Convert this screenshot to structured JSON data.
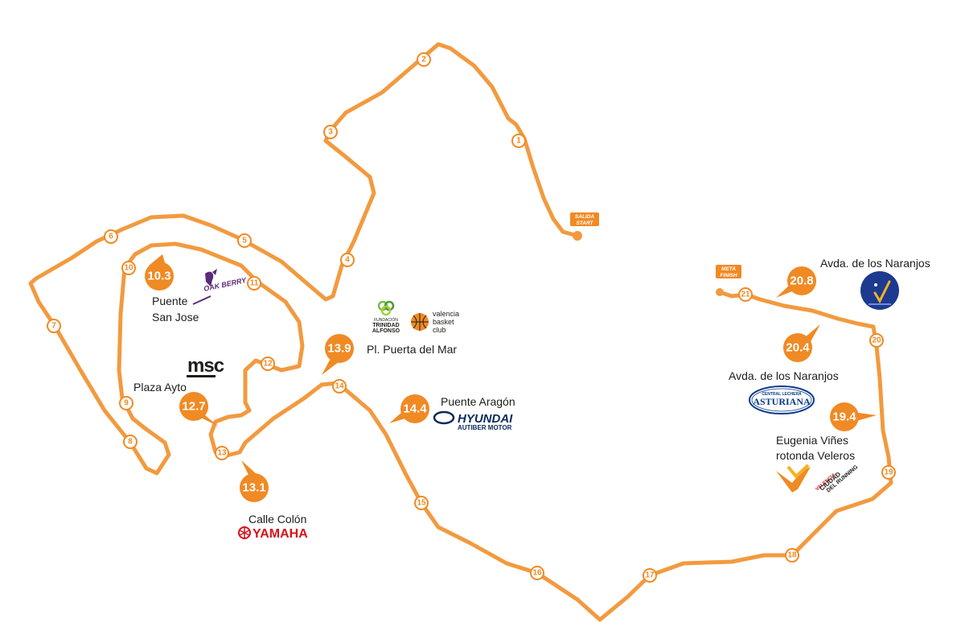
{
  "map": {
    "route_color": "#f29a3f",
    "marker_color": "#f08a24",
    "start": {
      "line1": "SALIDA",
      "line2": "START"
    },
    "finish": {
      "line1": "META",
      "line2": "FINISH"
    },
    "km_labels": [
      "1",
      "2",
      "3",
      "4",
      "5",
      "6",
      "7",
      "8",
      "9",
      "10",
      "11",
      "12",
      "13",
      "14",
      "15",
      "16",
      "17",
      "18",
      "19",
      "20",
      "21"
    ],
    "checkpoints": [
      {
        "km": "10.3",
        "place": [
          "Puente",
          "San Jose"
        ],
        "sponsor": "OAK BERRY"
      },
      {
        "km": "12.7",
        "place": [
          "Plaza Ayto"
        ],
        "sponsor": "msc"
      },
      {
        "km": "13.1",
        "place": [
          "Calle Colón"
        ],
        "sponsor": "YAMAHA"
      },
      {
        "km": "13.9",
        "place": [
          "Pl. Puerta del Mar"
        ],
        "sponsor": [
          "FUNDACIÓN",
          "TRINIDAD",
          "ALFONSO"
        ],
        "sponsor2": [
          "valencia",
          "basket",
          "club"
        ]
      },
      {
        "km": "14.4",
        "place": [
          "Puente Aragón"
        ],
        "sponsor": [
          "HYUNDAI",
          "AUTIBER MOTOR"
        ]
      },
      {
        "km": "19.4",
        "place": [
          "Eugenia Viñes",
          "rotonda Veleros"
        ],
        "sponsor": [
          "VALENCIA",
          "CIUDAD",
          "DEL RUNNING"
        ]
      },
      {
        "km": "20.4",
        "place": [
          "Avda. de los Naranjos"
        ],
        "sponsor": [
          "CENTRAL LECHERA",
          "ASTURIANA"
        ]
      },
      {
        "km": "20.8",
        "place": [
          "Avda. de los Naranjos"
        ],
        "sponsor": ""
      }
    ]
  }
}
